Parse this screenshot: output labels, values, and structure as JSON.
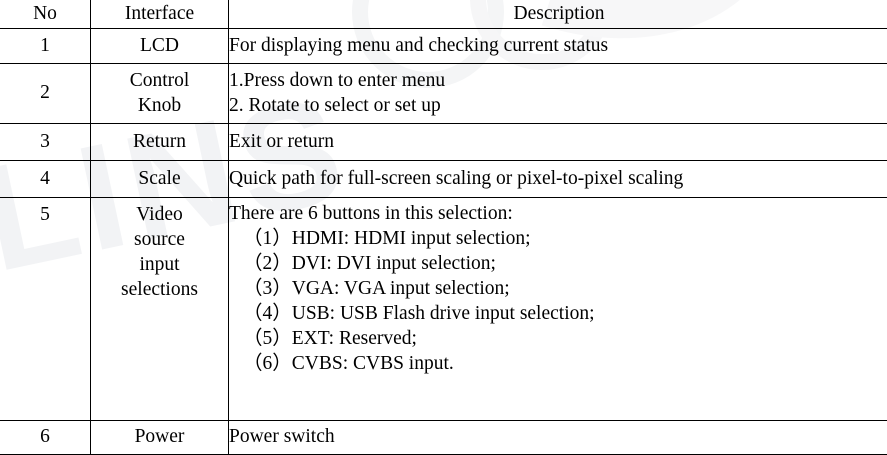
{
  "table": {
    "headers": {
      "no": "No",
      "interface": "Interface",
      "description": "Description"
    },
    "rows": [
      {
        "no": "1",
        "interface_lines": [
          "LCD"
        ],
        "description_lines": [
          "For displaying menu and checking current status"
        ]
      },
      {
        "no": "2",
        "interface_lines": [
          "Control",
          "Knob"
        ],
        "description_lines": [
          "1.Press down to enter menu",
          "2. Rotate to select or set up"
        ]
      },
      {
        "no": "3",
        "interface_lines": [
          "Return"
        ],
        "description_lines": [
          "Exit or return"
        ]
      },
      {
        "no": "4",
        "interface_lines": [
          "Scale"
        ],
        "description_lines": [
          "Quick path for full-screen scaling or pixel-to-pixel scaling"
        ]
      },
      {
        "no": "5",
        "interface_lines": [
          "Video",
          "source",
          "input",
          "selections"
        ],
        "description_lines": [
          "There are 6 buttons in this selection:",
          "（1）HDMI: HDMI input selection;",
          "（2）DVI: DVI input selection;",
          "（3）VGA: VGA input selection;",
          "（4）USB: USB Flash drive input selection;",
          "（5）EXT: Reserved;",
          "（6）CVBS: CVBS input."
        ]
      },
      {
        "no": "6",
        "interface_lines": [
          "Power"
        ],
        "description_lines": [
          "Power switch"
        ]
      }
    ]
  },
  "watermark": {
    "text": "LINS"
  },
  "colors": {
    "text": "#000000",
    "background": "#ffffff",
    "border": "#000000",
    "watermark": "#f2f3f5"
  }
}
